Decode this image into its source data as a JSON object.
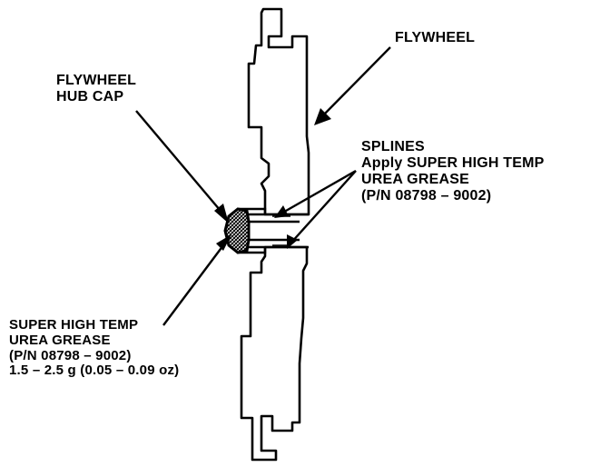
{
  "labels": {
    "flywheel": "FLYWHEEL",
    "hub_cap": {
      "line1": "FLYWHEEL",
      "line2": "HUB CAP"
    },
    "splines": {
      "line1": "SPLINES",
      "line2": "Apply SUPER HIGH TEMP",
      "line3": "UREA GREASE",
      "line4": "(P/N 08798 – 9002)"
    },
    "grease": {
      "line1": "SUPER HIGH TEMP",
      "line2": "UREA GREASE",
      "line3": "(P/N 08798 – 9002)",
      "line4": "1.5 – 2.5 g (0.05 – 0.09 oz)"
    }
  },
  "colors": {
    "ink": "#000000",
    "paper": "#ffffff"
  }
}
